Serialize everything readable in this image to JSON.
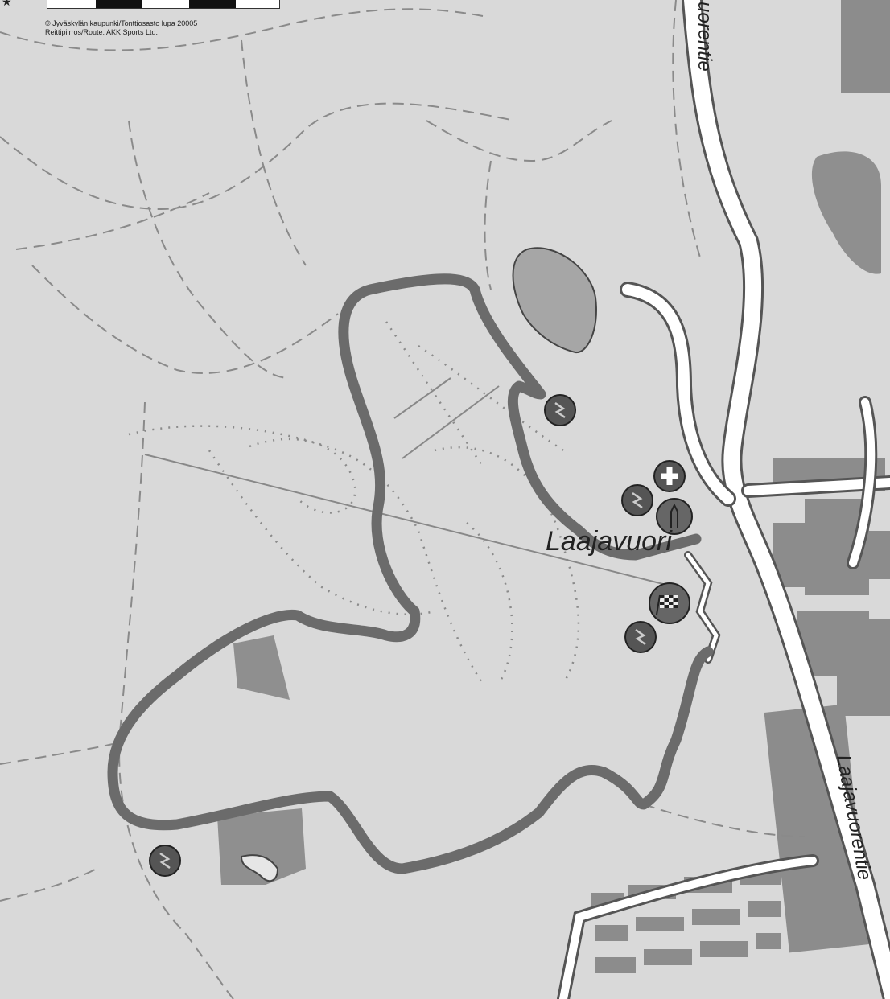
{
  "copyright": {
    "line1": "© Jyväskylän kaupunki/Tonttiosasto lupa 20005",
    "line2": "Reittipiirros/Route: AKK Sports Ltd."
  },
  "labels": {
    "area": "Laajavuori",
    "road_north": "uorentie",
    "road_east": "Laajavuorentie"
  },
  "icons": {
    "waypoints": [
      "waypoint-icon",
      "waypoint-icon",
      "waypoint-icon",
      "waypoint-icon",
      "waypoint-icon"
    ],
    "first_aid": "first-aid-icon",
    "service": "service-park-icon",
    "finish": "finish-flag-icon"
  },
  "colors": {
    "background": "#d9d9d9",
    "route": "#6b6b6b",
    "road": "#ffffff",
    "building": "#8c8c8c",
    "water": "#a6a6a6",
    "icon_fill": "#555555"
  }
}
